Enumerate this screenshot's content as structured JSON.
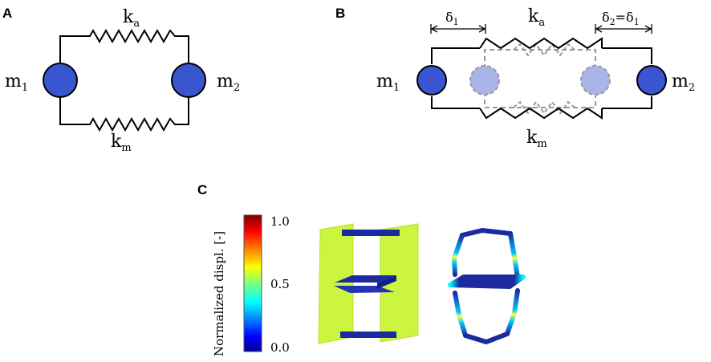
{
  "panels": {
    "a": {
      "label": "A",
      "mass1_symbol": "m",
      "mass1_sub": "1",
      "mass2_symbol": "m",
      "mass2_sub": "2",
      "spring_top_symbol": "k",
      "spring_top_sub": "a",
      "spring_bottom_symbol": "k",
      "spring_bottom_sub": "m"
    },
    "b": {
      "label": "B",
      "mass1_symbol": "m",
      "mass1_sub": "1",
      "mass2_symbol": "m",
      "mass2_sub": "2",
      "spring_top_symbol": "k",
      "spring_top_sub": "a",
      "spring_bottom_symbol": "k",
      "spring_bottom_sub": "m",
      "delta_left_symbol": "δ",
      "delta_left_sub": "1",
      "delta_right_text_a": "δ",
      "delta_right_sub_a": "2",
      "delta_right_text_b": "=δ",
      "delta_right_sub_b": "1"
    },
    "c": {
      "label": "C",
      "colorbar": {
        "title": "Normalized displ. [-]",
        "ticks": [
          "1.0",
          "0.5",
          "0.0"
        ],
        "range": [
          0.0,
          1.0
        ],
        "colormap": "jet"
      }
    }
  },
  "colors": {
    "mass": "#3a55d0",
    "mass_ghost": "#a9b4e8",
    "dashed": "#999999",
    "deformed_panel": "#ccf540",
    "beam": "#1c2aa0"
  }
}
